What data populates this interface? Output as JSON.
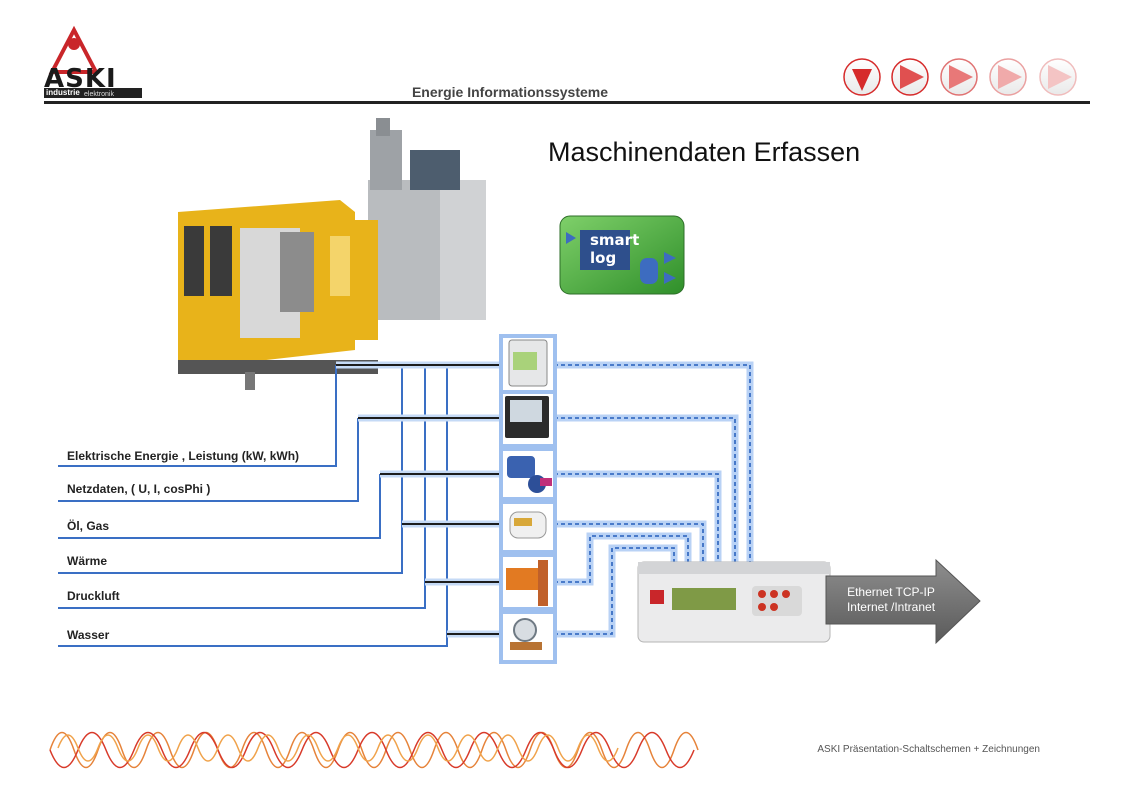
{
  "header": {
    "logo_name": "ASKI",
    "logo_sub1": "industrie",
    "logo_sub2": "elektronik",
    "tagline": "Energie Informationssysteme"
  },
  "nav": {
    "buttons": [
      {
        "icon": "triangle-down-icon",
        "label": ""
      },
      {
        "icon": "triangle-right-icon",
        "label": ""
      },
      {
        "icon": "triangle-right-icon",
        "label": ""
      },
      {
        "icon": "triangle-right-icon",
        "label": ""
      },
      {
        "icon": "triangle-right-icon",
        "label": ""
      }
    ]
  },
  "title": "Maschinendaten Erfassen",
  "smartlog": {
    "line1": "smart",
    "line2": "log"
  },
  "measurements": [
    "Elektrische Energie , Leistung (kW, kWh)",
    "Netzdaten,  ( U, I, cosPhi )",
    "Öl, Gas",
    "Wärme",
    "Druckluft",
    "Wasser"
  ],
  "devices": [
    {
      "icon": "energy-meter-icon"
    },
    {
      "icon": "power-analyzer-icon"
    },
    {
      "icon": "gas-meter-icon"
    },
    {
      "icon": "heat-meter-icon"
    },
    {
      "icon": "air-flow-meter-icon"
    },
    {
      "icon": "water-meter-icon"
    }
  ],
  "ethernet": {
    "line1": "Ethernet TCP-IP",
    "line2": "Internet  /Intranet"
  },
  "footer": "ASKI Präsentation-Schaltschemen + Zeichnungen",
  "colors": {
    "accent_red": "#d62b2b",
    "line_blue": "#3a6fc4",
    "glow_blue": "#9fc0ef",
    "machine_yellow": "#e8b31a"
  }
}
